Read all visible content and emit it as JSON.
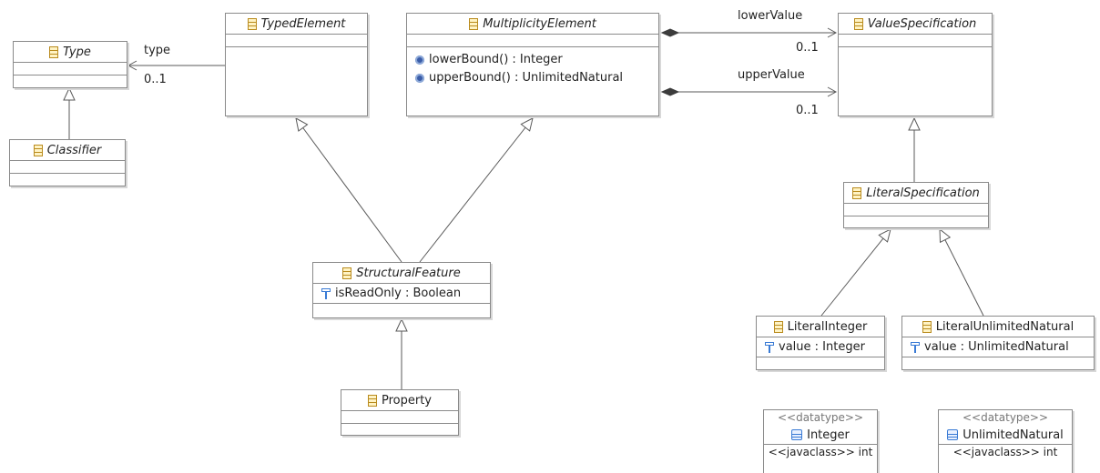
{
  "classes": {
    "type": {
      "name": "Type"
    },
    "classifier": {
      "name": "Classifier"
    },
    "typed_element": {
      "name": "TypedElement"
    },
    "multiplicity_element": {
      "name": "MultiplicityElement",
      "operations": [
        {
          "name": "lowerBound() : Integer"
        },
        {
          "name": "upperBound() : UnlimitedNatural"
        }
      ]
    },
    "value_specification": {
      "name": "ValueSpecification"
    },
    "literal_specification": {
      "name": "LiteralSpecification"
    },
    "structural_feature": {
      "name": "StructuralFeature",
      "attributes": [
        {
          "name": "isReadOnly : Boolean"
        }
      ]
    },
    "property": {
      "name": "Property"
    },
    "literal_integer": {
      "name": "LiteralInteger",
      "attributes": [
        {
          "name": "value : Integer"
        }
      ]
    },
    "literal_unlimited_natural": {
      "name": "LiteralUnlimitedNatural",
      "attributes": [
        {
          "name": "value : UnlimitedNatural"
        }
      ]
    }
  },
  "datatypes": {
    "integer": {
      "stereotype": "<<datatype>>",
      "name": "Integer",
      "javaclass": "<<javaclass>> int"
    },
    "unlimited_natural": {
      "stereotype": "<<datatype>>",
      "name": "UnlimitedNatural",
      "javaclass": "<<javaclass>> int"
    }
  },
  "associations": {
    "type_role": "type",
    "type_multiplicity": "0..1",
    "lower_role": "lowerValue",
    "lower_multiplicity": "0..1",
    "upper_role": "upperValue",
    "upper_multiplicity": "0..1"
  },
  "colors": {
    "line": "#5a5a5a",
    "border": "#8a8a8a",
    "class_icon": "#b98b1e",
    "operation_icon": "#3b5da8",
    "attribute_icon": "#3a7bd5"
  }
}
